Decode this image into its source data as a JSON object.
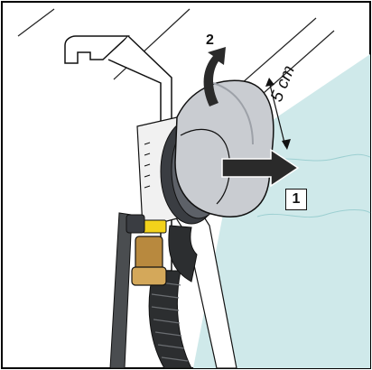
{
  "labels": {
    "step_1": "1",
    "step_2": "2",
    "measurement": "5 cm"
  },
  "colors": {
    "water": "#cfe9ea",
    "skimmer_body": "#c9ccd1",
    "skimmer_dark": "#3a3d42",
    "hose": "#2c2e30",
    "brass": "#b8893e",
    "yellow_ring": "#f2d21b",
    "arrow": "#2a2a2a",
    "frame": "#000000"
  },
  "icons": {
    "push_arrow": "arrow-right-icon",
    "rotate_arrow": "curved-arrow-icon"
  }
}
